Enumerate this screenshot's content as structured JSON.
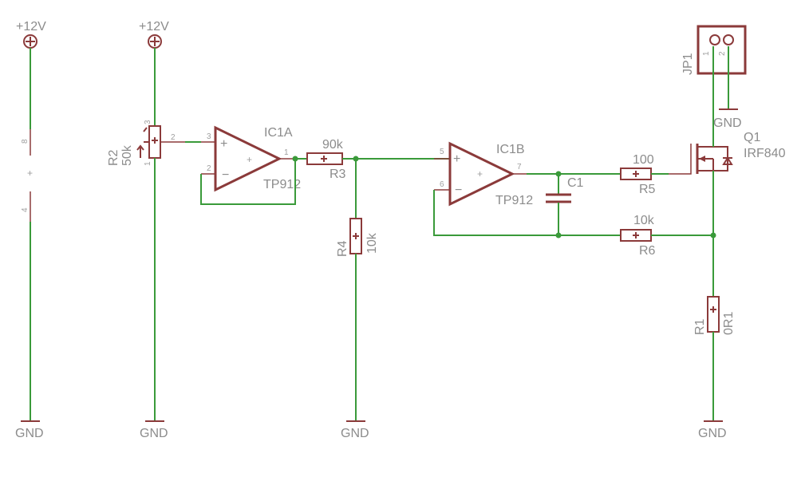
{
  "supplies": {
    "vcc_left": "+12V",
    "vcc_r2": "+12V",
    "gnd": "GND"
  },
  "ic1a": {
    "name": "IC1A",
    "value": "TP912",
    "pin_in_plus": "3",
    "pin_in_minus": "2",
    "pin_out": "1"
  },
  "ic1b": {
    "name": "IC1B",
    "value": "TP912",
    "pin_in_plus": "5",
    "pin_in_minus": "6",
    "pin_out": "7"
  },
  "power_pins": {
    "top": "8",
    "bottom": "4"
  },
  "r2": {
    "name": "R2",
    "value": "50k",
    "pin_top": "3",
    "pin_wiper": "2",
    "pin_bottom": "1"
  },
  "r3": {
    "name": "R3",
    "value": "90k"
  },
  "r4": {
    "name": "R4",
    "value": "10k"
  },
  "r5": {
    "name": "R5",
    "value": "100"
  },
  "r6": {
    "name": "R6",
    "value": "10k"
  },
  "r1": {
    "name": "R1",
    "value": "0R1"
  },
  "c1": {
    "name": "C1"
  },
  "q1": {
    "name": "Q1",
    "value": "IRF840"
  },
  "jp1": {
    "name": "JP1",
    "pin1": "1",
    "pin2": "2"
  },
  "colors": {
    "component": "#8b3a3a",
    "wire": "#3a9a3a",
    "label": "#8c8c8c",
    "background": "#ffffff"
  }
}
